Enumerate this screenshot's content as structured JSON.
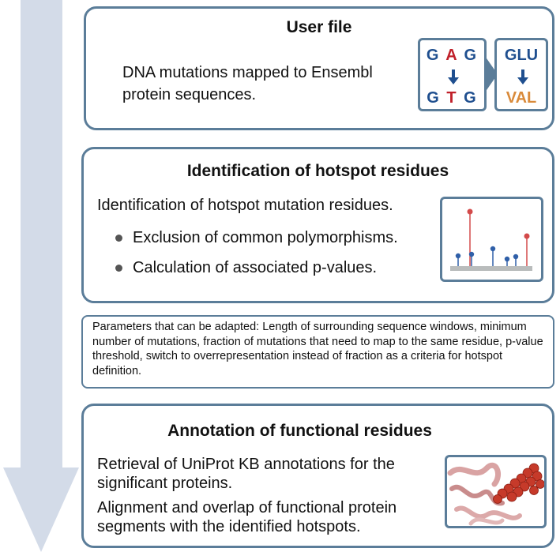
{
  "colors": {
    "panel_border": "#5b7d99",
    "arrow_fill": "#d3dbe8",
    "base_blue": "#1f4f8f",
    "base_red": "#c0202a",
    "amino_orange": "#d98a3a",
    "lollipop_red": "#d34a4a",
    "lollipop_blue": "#2f5fa8"
  },
  "icons": [
    "codon-conversion-icon",
    "lollipop-plot-icon",
    "protein-structure-icon",
    "down-arrow-icon"
  ],
  "panels": {
    "user_file": {
      "title": "User file",
      "text_line1": "DNA mutations mapped to Ensembl",
      "text_line2": "protein sequences.",
      "codon_top": [
        "G",
        "A",
        "G"
      ],
      "codon_bottom": [
        "G",
        "T",
        "G"
      ],
      "aa_top": "GLU",
      "aa_bottom": "VAL"
    },
    "hotspot": {
      "title": "Identification of hotspot residues",
      "intro": "Identification of hotspot mutation residues.",
      "bullets": [
        "Exclusion of common polymorphisms.",
        "Calculation of associated p-values."
      ]
    },
    "parameters": {
      "text": "Parameters that can be adapted:  Length of surrounding sequence windows, minimum number of mutations, fraction of mutations that need to map to the same residue, p-value threshold, switch to overrepresentation instead of fraction as a criteria for hotspot definition."
    },
    "annotation": {
      "title": "Annotation of functional residues",
      "para1_line1": "Retrieval of UniProt KB annotations for the",
      "para1_line2": "significant proteins.",
      "para2_line1": "Alignment and overlap of functional protein",
      "para2_line2": "segments with the identified hotspots."
    }
  }
}
